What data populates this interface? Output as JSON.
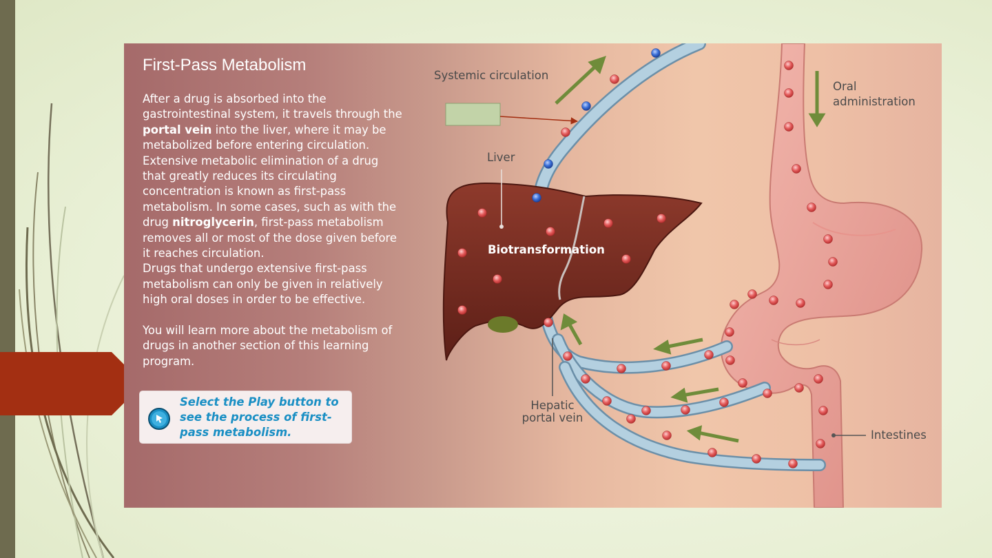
{
  "slide": {
    "title": "First-Pass Metabolism",
    "paragraphs": [
      [
        "After a drug is absorbed into the gastrointestinal system, it travels through the ",
        {
          "b": "portal vein"
        },
        " into the liver, where it may be metabolized before entering circulation. Extensive metabolic elimination of a drug that greatly reduces its circulating concentration is known as first-pass metabolism. In some cases, such as with the drug ",
        {
          "b": "nitroglycerin"
        },
        ", first-pass metabolism removes all or most of the dose given before it reaches circulation."
      ],
      [
        "Drugs that undergo extensive first-pass metabolism can only be given in relatively high oral doses in order to be effective."
      ],
      [
        "You will learn more about the metabolism of drugs in another section of this learning program."
      ]
    ],
    "play_prompt": "Select the Play button to see the process of first-pass metabolism.",
    "play_icon": "play-cursor-icon"
  },
  "diagram": {
    "labels": {
      "systemic_circulation": "Systemic circulation",
      "oral_line1": "Oral",
      "oral_line2": "administration",
      "liver": "Liver",
      "biotransformation": "Biotransformation",
      "hepatic_line1": "Hepatic",
      "hepatic_line2": "portal vein",
      "intestines": "Intestines"
    }
  },
  "colors": {
    "accent_red": "#a32f12",
    "arrow_green": "#6f8c3a",
    "drug_particle": "#e05a5a",
    "metabolite_particle": "#3a6fd8",
    "vessel": "#a8c4d6",
    "liver": "#7a2e22",
    "stomach": "#eaa39a"
  }
}
